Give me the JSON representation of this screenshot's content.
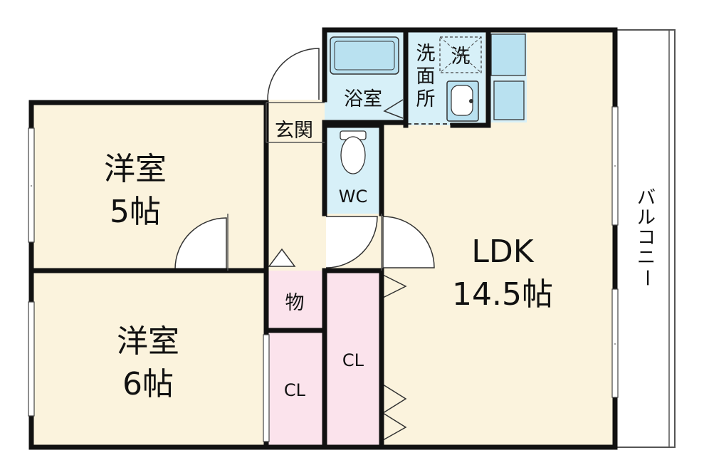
{
  "rooms": {
    "western_room_5": {
      "name": "洋室",
      "size": "5帖"
    },
    "western_room_6": {
      "name": "洋室",
      "size": "6帖"
    },
    "ldk": {
      "name": "LDK",
      "size": "14.5帖"
    },
    "bathroom": {
      "name": "浴室"
    },
    "washroom": {
      "name_lines": [
        "洗",
        "面",
        "所"
      ]
    },
    "washer": {
      "label": "洗"
    },
    "entrance": {
      "name": "玄関"
    },
    "toilet": {
      "name": "WC"
    },
    "storage": {
      "name": "物"
    },
    "closet_small": {
      "name": "CL"
    },
    "closet_tall": {
      "name": "CL"
    },
    "balcony": {
      "name_lines": [
        "バ",
        "ル",
        "コ",
        "ニ",
        "ー"
      ]
    }
  },
  "colors": {
    "room_fill": "#fbf3dd",
    "wet_area_fill": "#d7f0f8",
    "closet_fill": "#fbe3ec",
    "fixture_fill": "#b9e1f0",
    "wall": "#111111"
  }
}
